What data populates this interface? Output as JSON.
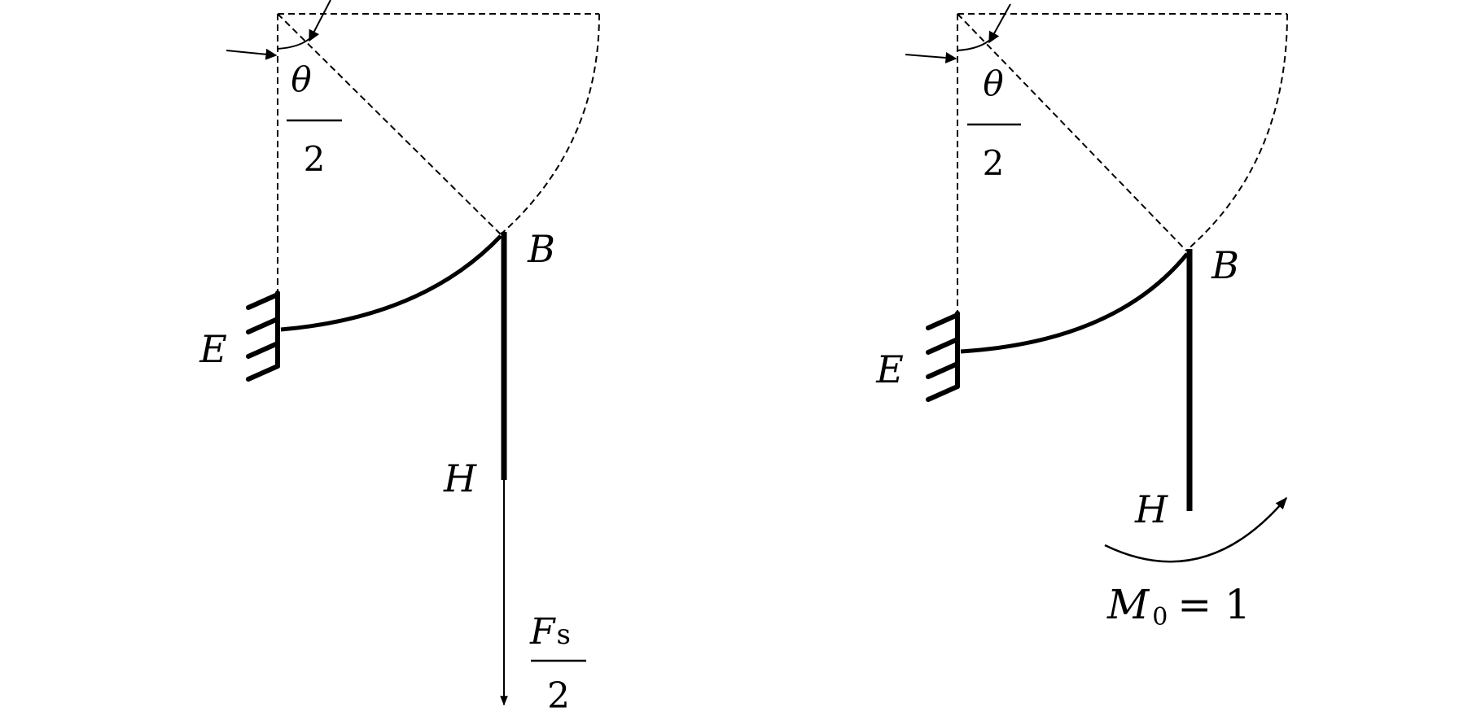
{
  "figures": [
    {
      "angle_numerator": "θ",
      "angle_denominator": "2",
      "point_b": "B",
      "point_e": "E",
      "point_h": "H",
      "load_numerator": "F",
      "load_subscript": "s",
      "load_denominator": "2"
    },
    {
      "angle_numerator": "θ",
      "angle_denominator": "2",
      "point_b": "B",
      "point_e": "E",
      "point_h": "H",
      "moment_symbol": "M",
      "moment_subscript": "0",
      "moment_value": "= 1"
    }
  ]
}
